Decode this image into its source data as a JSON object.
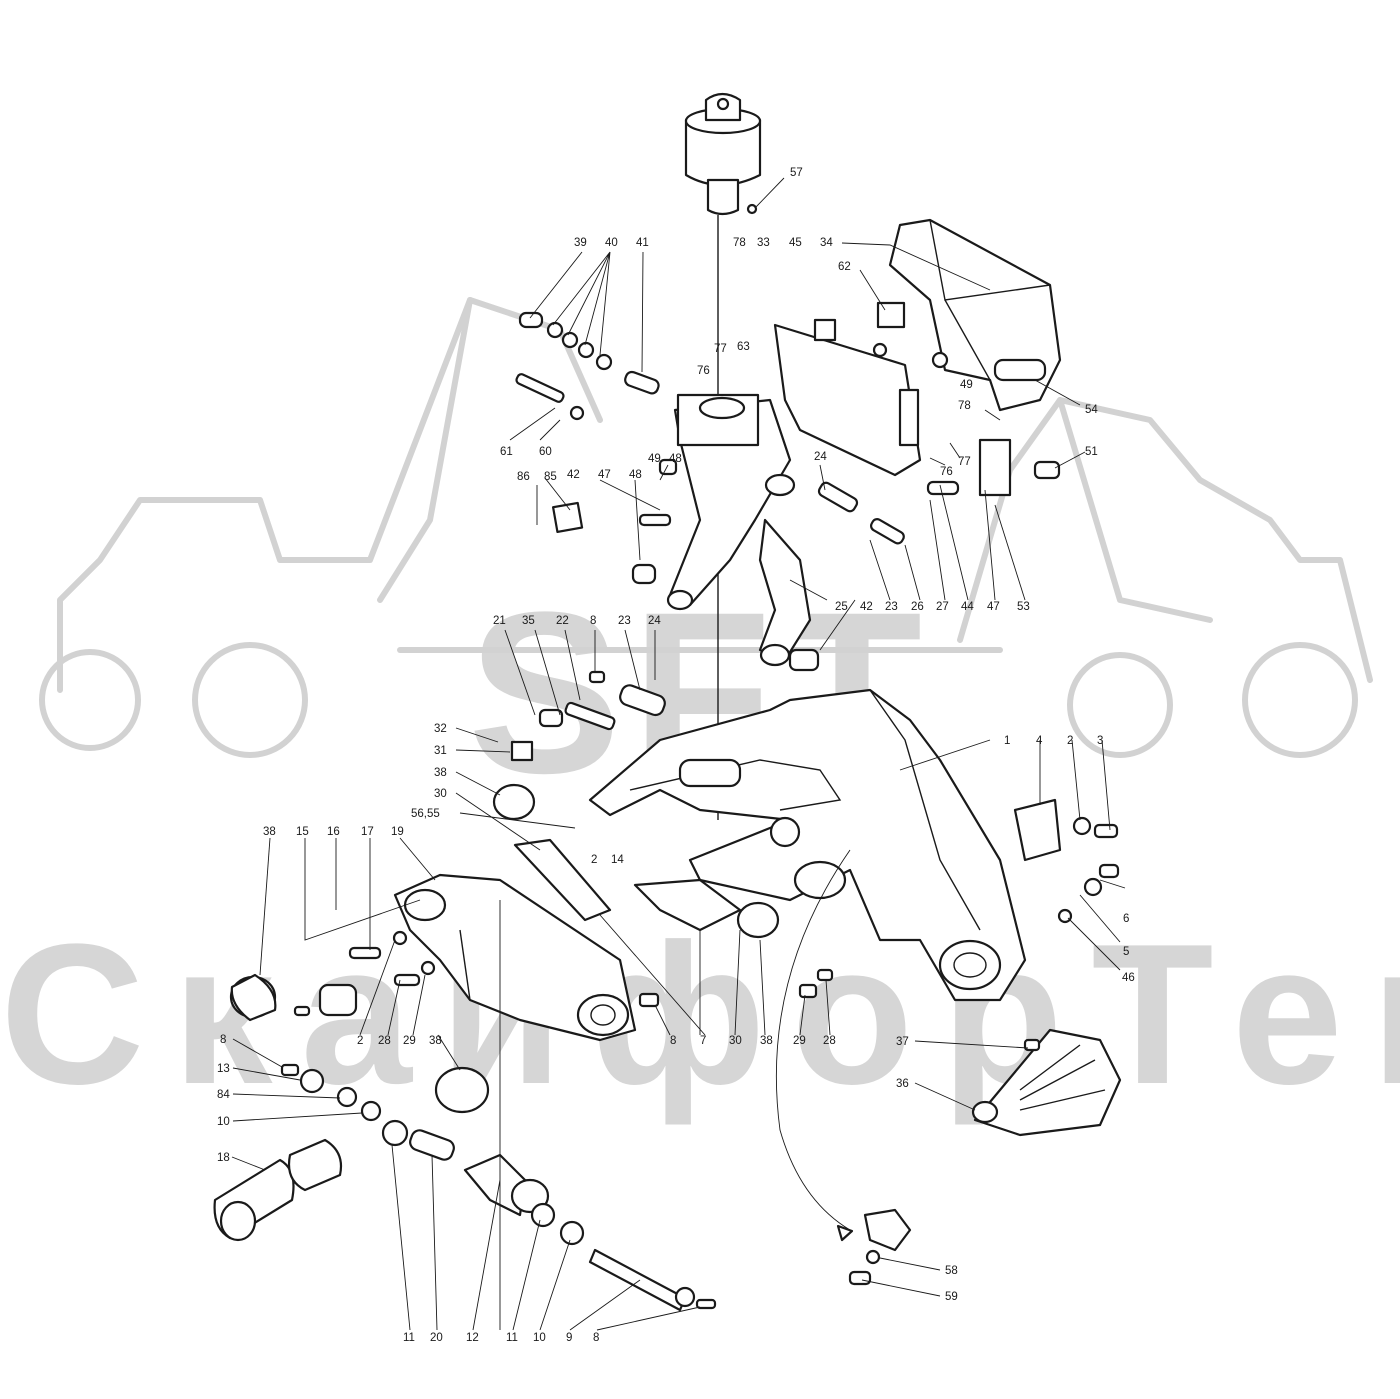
{
  "watermark": {
    "brand": "SFT",
    "company": "СкайфорТек"
  },
  "callouts": [
    {
      "id": "57",
      "text": "57"
    },
    {
      "id": "39",
      "text": "39"
    },
    {
      "id": "40",
      "text": "40"
    },
    {
      "id": "41",
      "text": "41"
    },
    {
      "id": "78a",
      "text": "78"
    },
    {
      "id": "33",
      "text": "33"
    },
    {
      "id": "45",
      "text": "45"
    },
    {
      "id": "34",
      "text": "34"
    },
    {
      "id": "62",
      "text": "62"
    },
    {
      "id": "63",
      "text": "63"
    },
    {
      "id": "76a",
      "text": "76"
    },
    {
      "id": "77a",
      "text": "77"
    },
    {
      "id": "49a",
      "text": "49"
    },
    {
      "id": "54",
      "text": "54"
    },
    {
      "id": "78b",
      "text": "78"
    },
    {
      "id": "61",
      "text": "61"
    },
    {
      "id": "60",
      "text": "60"
    },
    {
      "id": "77b",
      "text": "77"
    },
    {
      "id": "76b",
      "text": "76"
    },
    {
      "id": "51",
      "text": "51"
    },
    {
      "id": "49b",
      "text": "49"
    },
    {
      "id": "48a",
      "text": "48"
    },
    {
      "id": "86",
      "text": "86"
    },
    {
      "id": "85",
      "text": "85"
    },
    {
      "id": "42a",
      "text": "42"
    },
    {
      "id": "47a",
      "text": "47"
    },
    {
      "id": "48b",
      "text": "48"
    },
    {
      "id": "24a",
      "text": "24"
    },
    {
      "id": "25",
      "text": "25"
    },
    {
      "id": "42b",
      "text": "42"
    },
    {
      "id": "23a",
      "text": "23"
    },
    {
      "id": "26",
      "text": "26"
    },
    {
      "id": "27",
      "text": "27"
    },
    {
      "id": "44",
      "text": "44"
    },
    {
      "id": "47b",
      "text": "47"
    },
    {
      "id": "53",
      "text": "53"
    },
    {
      "id": "21",
      "text": "21"
    },
    {
      "id": "35",
      "text": "35"
    },
    {
      "id": "22",
      "text": "22"
    },
    {
      "id": "8a",
      "text": "8"
    },
    {
      "id": "23b",
      "text": "23"
    },
    {
      "id": "24b",
      "text": "24"
    },
    {
      "id": "32",
      "text": "32"
    },
    {
      "id": "31",
      "text": "31"
    },
    {
      "id": "38a",
      "text": "38"
    },
    {
      "id": "30a",
      "text": "30"
    },
    {
      "id": "5655",
      "text": "56,55"
    },
    {
      "id": "1",
      "text": "1"
    },
    {
      "id": "4",
      "text": "4"
    },
    {
      "id": "2a",
      "text": "2"
    },
    {
      "id": "3",
      "text": "3"
    },
    {
      "id": "38b",
      "text": "38"
    },
    {
      "id": "15",
      "text": "15"
    },
    {
      "id": "16",
      "text": "16"
    },
    {
      "id": "17",
      "text": "17"
    },
    {
      "id": "19",
      "text": "19"
    },
    {
      "id": "2b",
      "text": "2"
    },
    {
      "id": "14",
      "text": "14"
    },
    {
      "id": "6",
      "text": "6"
    },
    {
      "id": "5",
      "text": "5"
    },
    {
      "id": "46",
      "text": "46"
    },
    {
      "id": "2c",
      "text": "2"
    },
    {
      "id": "28a",
      "text": "28"
    },
    {
      "id": "29a",
      "text": "29"
    },
    {
      "id": "38c",
      "text": "38"
    },
    {
      "id": "8b",
      "text": "8"
    },
    {
      "id": "7",
      "text": "7"
    },
    {
      "id": "30b",
      "text": "30"
    },
    {
      "id": "38d",
      "text": "38"
    },
    {
      "id": "29b",
      "text": "29"
    },
    {
      "id": "28b",
      "text": "28"
    },
    {
      "id": "37",
      "text": "37"
    },
    {
      "id": "36",
      "text": "36"
    },
    {
      "id": "8c",
      "text": "8"
    },
    {
      "id": "13",
      "text": "13"
    },
    {
      "id": "84",
      "text": "84"
    },
    {
      "id": "10a",
      "text": "10"
    },
    {
      "id": "18",
      "text": "18"
    },
    {
      "id": "58",
      "text": "58"
    },
    {
      "id": "59",
      "text": "59"
    },
    {
      "id": "11a",
      "text": "11"
    },
    {
      "id": "20",
      "text": "20"
    },
    {
      "id": "12",
      "text": "12"
    },
    {
      "id": "11b",
      "text": "11"
    },
    {
      "id": "10b",
      "text": "10"
    },
    {
      "id": "9",
      "text": "9"
    },
    {
      "id": "8d",
      "text": "8"
    }
  ]
}
